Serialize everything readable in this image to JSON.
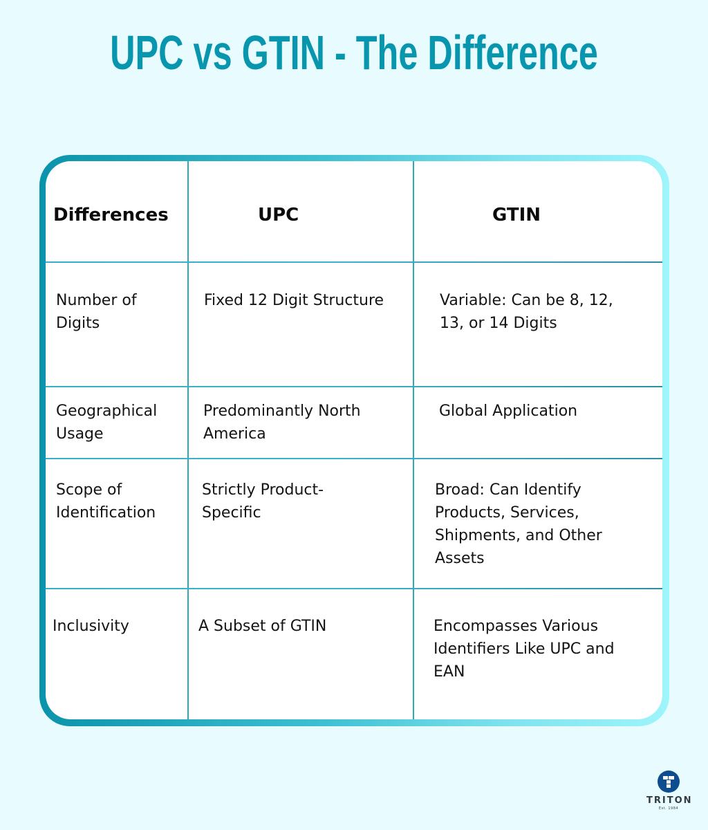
{
  "title": "UPC vs GTIN - The Difference",
  "table": {
    "headers": [
      "Differences",
      "UPC",
      "GTIN"
    ],
    "rows": [
      [
        "Number of Digits",
        "Fixed 12 Digit Structure",
        "Variable: Can be 8, 12, 13, or 14 Digits"
      ],
      [
        "Geographical Usage",
        "Predominantly North America",
        "Global Application"
      ],
      [
        "Scope of Identification",
        "Strictly Product-Specific",
        "Broad: Can Identify Products, Services, Shipments, and Other Assets"
      ],
      [
        "Inclusivity",
        "A Subset of GTIN",
        "Encompasses Various Identifiers Like UPC and EAN"
      ]
    ]
  },
  "logo": {
    "name": "TRITON",
    "tagline": "Est. 1984"
  },
  "colors": {
    "background": "#e8fcff",
    "title": "#0796ae",
    "border_start": "#0a93ab",
    "border_end": "#9ef5fb",
    "logo": "#0d4c8f"
  }
}
